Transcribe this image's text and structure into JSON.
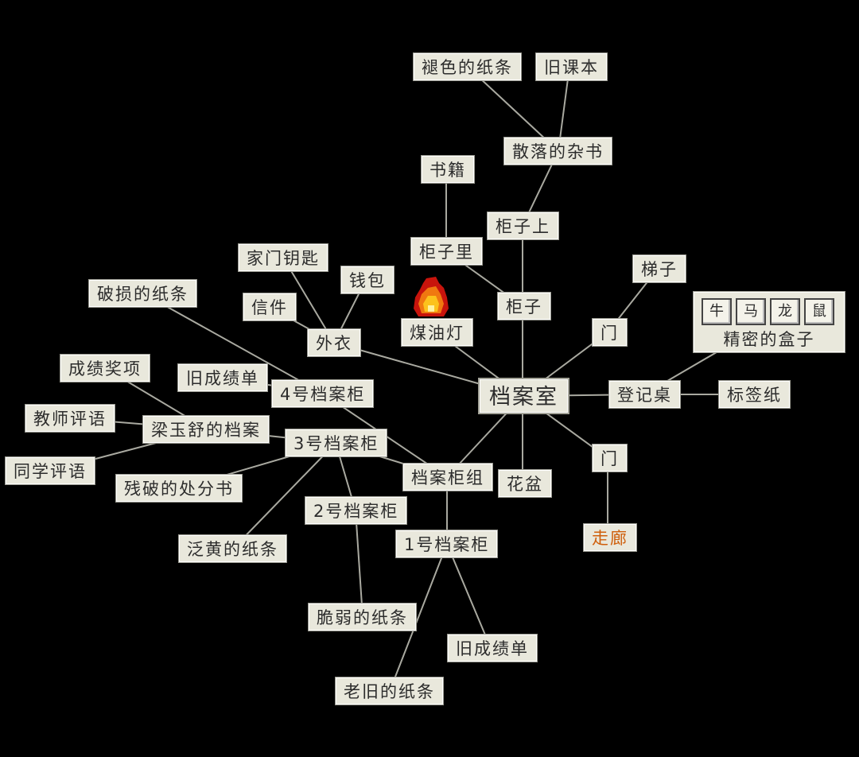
{
  "map": {
    "center": {
      "label": "档案室"
    },
    "exit": {
      "label": "走廊"
    },
    "rooms": {
      "cabinet": "柜子",
      "cabinet_top": "柜子上",
      "cabinet_inside": "柜子里",
      "scattered_books": "散落的杂书",
      "faded_note": "褪色的纸条",
      "old_textbook": "旧课本",
      "books": "书籍",
      "lamp": "煤油灯",
      "coat": "外衣",
      "house_key": "家门钥匙",
      "wallet": "钱包",
      "letter": "信件",
      "door_upper": "门",
      "ladder": "梯子",
      "desk": "登记桌",
      "label_paper": "标签纸",
      "door_lower": "门",
      "flowerpot": "花盆",
      "cabinet_group": "档案柜组",
      "cabinet_4": "4号档案柜",
      "torn_note": "破损的纸条",
      "old_report_a": "旧成绩单",
      "cabinet_3": "3号档案柜",
      "liang_file": "梁玉舒的档案",
      "awards": "成绩奖项",
      "teacher_comments": "教师评语",
      "peer_comments": "同学评语",
      "punishment": "残破的处分书",
      "yellow_note": "泛黄的纸条",
      "cabinet_2": "2号档案柜",
      "cabinet_1": "1号档案柜",
      "fragile_note": "脆弱的纸条",
      "old_report_b": "旧成绩单",
      "old_note": "老旧的纸条"
    },
    "puzzle_box": {
      "label": "精密的盒子",
      "slots": [
        "牛",
        "马",
        "龙",
        "鼠"
      ]
    },
    "colors": {
      "background": "#000000",
      "node_fill": "#e9e8dc",
      "line": "#a9a9a0",
      "exit_text": "#cf5e0a"
    }
  }
}
